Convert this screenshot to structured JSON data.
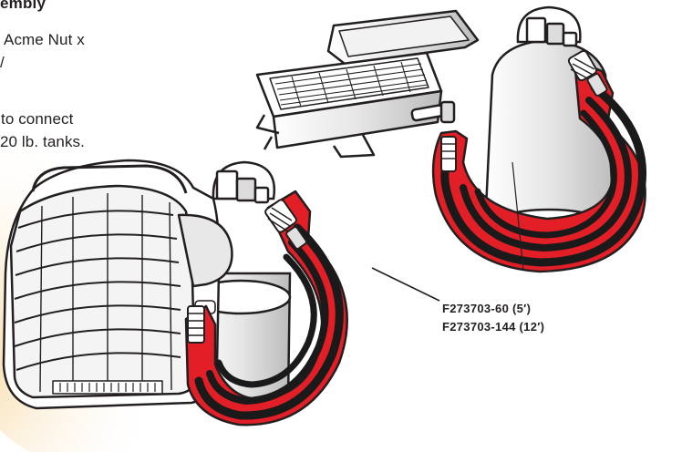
{
  "caption": {
    "heading": "embly",
    "lines": [
      "Acme Nut x",
      "/",
      "to connect",
      "20 lb. tanks."
    ]
  },
  "part_numbers": [
    "F273703-60 (5′)",
    "F273703-144  (12′)"
  ],
  "colors": {
    "hose_red": "#e21f26",
    "hose_black": "#1a1a1a",
    "outline": "#231f20",
    "glow": "#f7d9a3"
  }
}
